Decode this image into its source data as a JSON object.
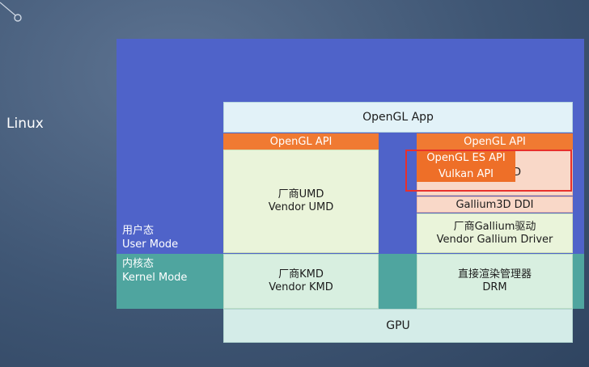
{
  "platform": "Linux",
  "zones": {
    "user": {
      "cn": "用户态",
      "en": "User Mode"
    },
    "kernel": {
      "cn": "内核态",
      "en": "Kernel Mode"
    }
  },
  "app": "OpenGL App",
  "left_stack": {
    "api": "OpenGL API",
    "umd": {
      "cn": "厂商UMD",
      "en": "Vendor UMD"
    },
    "kmd": {
      "cn": "厂商KMD",
      "en": "Vendor KMD"
    }
  },
  "right_stack": {
    "api": "OpenGL API",
    "state_tracker_suffix": "D",
    "overlay_apis": [
      "OpenGL ES API",
      "Vulkan API"
    ],
    "ddi": "Gallium3D DDI",
    "driver": {
      "cn": "厂商Gallium驱动",
      "en": "Vendor Gallium Driver"
    },
    "drm": {
      "cn": "直接渲染管理器",
      "en": "DRM"
    }
  },
  "gpu": "GPU",
  "colors": {
    "user_zone": "#4f63c9",
    "kernel_zone": "#4fa59f",
    "api_orange": "#f07a32",
    "highlight_red": "#e8302c"
  }
}
